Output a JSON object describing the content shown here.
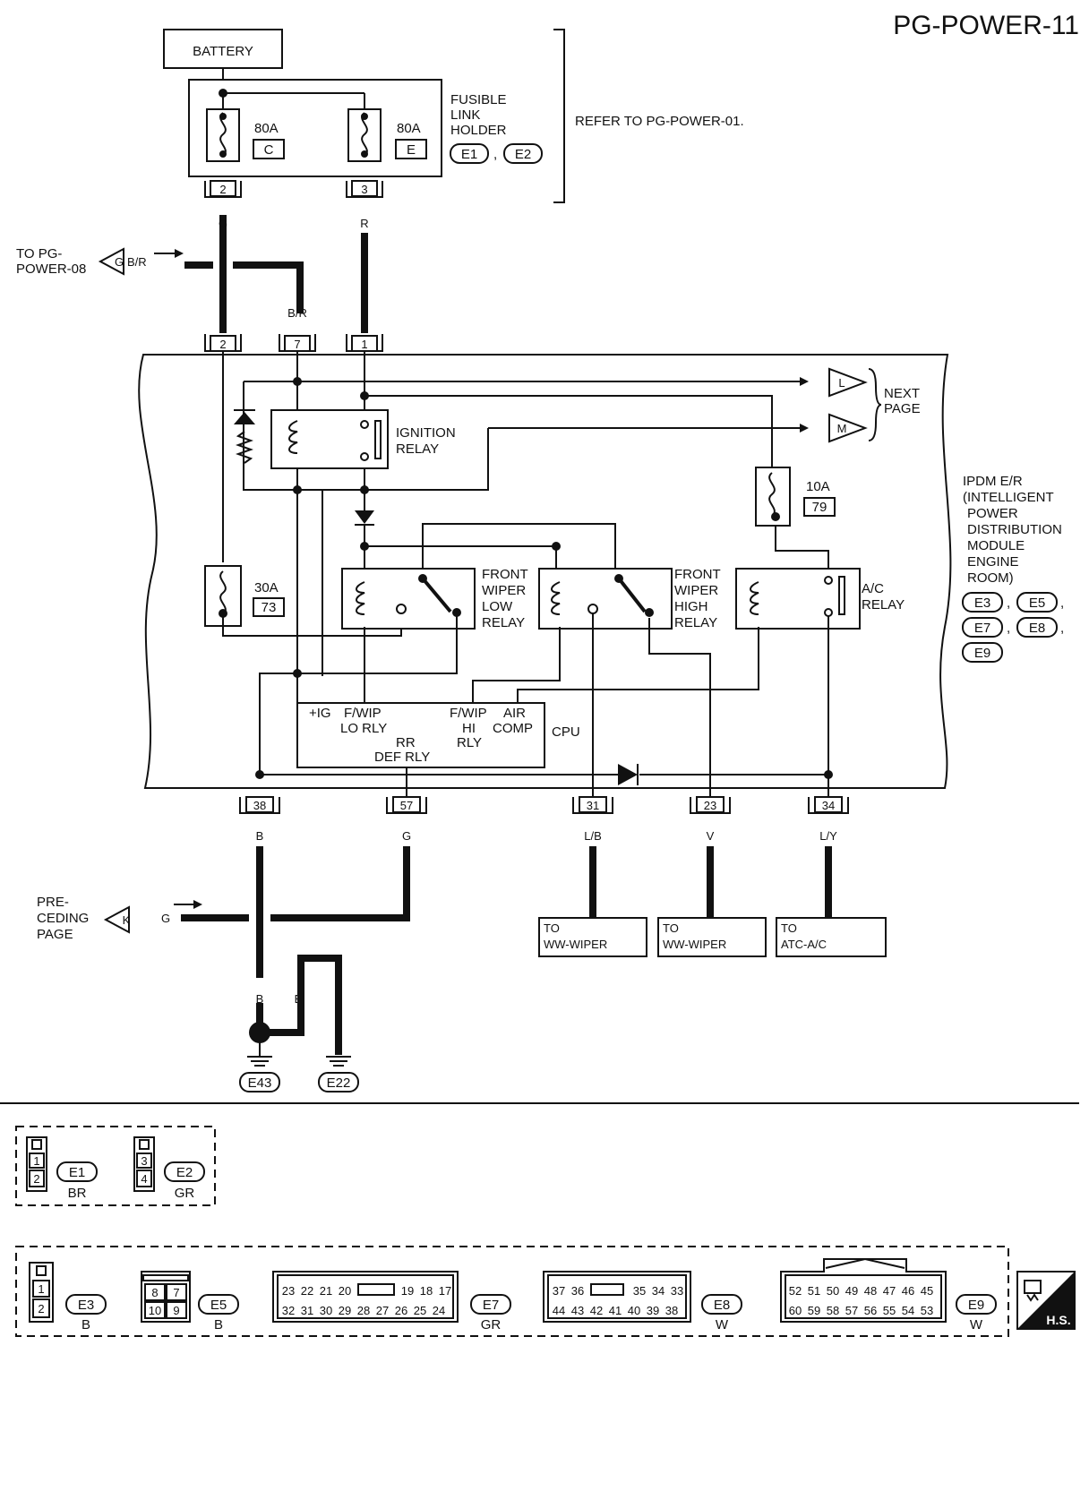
{
  "page_id": "PG-POWER-11",
  "battery": "BATTERY",
  "fusible_link": {
    "label": [
      "FUSIBLE",
      "LINK",
      "HOLDER"
    ],
    "fuse1": {
      "amp": "80A",
      "id": "C"
    },
    "fuse2": {
      "amp": "80A",
      "id": "E"
    },
    "connectors": [
      "E1",
      "E2"
    ],
    "pin_left": "2",
    "pin_right": "3",
    "refer": "REFER TO PG-POWER-01."
  },
  "wire_colors": {
    "g": "G",
    "r": "R",
    "br": "B/R",
    "b": "B",
    "lb": "L/B",
    "v": "V",
    "ly": "L/Y"
  },
  "to_pg_power_08": {
    "text": [
      "TO PG-",
      "POWER-08"
    ],
    "connector": "G"
  },
  "ipdm_pins_top": [
    "2",
    "7",
    "1"
  ],
  "next_page": {
    "label": [
      "NEXT",
      "PAGE"
    ],
    "arrow1": "L",
    "arrow2": "M"
  },
  "ignition_relay": [
    "IGNITION",
    "RELAY"
  ],
  "fuse_10a": {
    "amp": "10A",
    "id": "79"
  },
  "fuse_30a": {
    "amp": "30A",
    "id": "73"
  },
  "relays": {
    "low": [
      "FRONT",
      "WIPER",
      "LOW",
      "RELAY"
    ],
    "high": [
      "FRONT",
      "WIPER",
      "HIGH",
      "RELAY"
    ],
    "ac": [
      "A/C",
      "RELAY"
    ]
  },
  "ipdm": {
    "label": [
      "IPDM E/R",
      "(INTELLIGENT",
      "POWER",
      "DISTRIBUTION",
      "MODULE",
      "ENGINE",
      "ROOM)"
    ],
    "connectors": [
      "E3",
      "E5",
      "E7",
      "E8",
      "E9"
    ]
  },
  "cpu": {
    "label": "CPU",
    "ig": "+IG",
    "fwip_lo": [
      "F/WIP",
      "LO RLY"
    ],
    "rr_def": [
      "RR",
      "DEF RLY"
    ],
    "fwip_hi": [
      "F/WIP",
      "HI",
      "RLY"
    ],
    "air_comp": [
      "AIR",
      "COMP"
    ]
  },
  "bottom_pins": [
    "38",
    "57",
    "31",
    "23",
    "34"
  ],
  "preceding_page": {
    "text": [
      "PRE-",
      "CEDING",
      "PAGE"
    ],
    "connector": "K"
  },
  "destinations": {
    "ww1": [
      "TO",
      "WW-WIPER"
    ],
    "ww2": [
      "TO",
      "WW-WIPER"
    ],
    "atc": [
      "TO",
      "ATC-A/C"
    ]
  },
  "grounds": [
    "E43",
    "E22"
  ],
  "connector_views_top": [
    {
      "id": "E1",
      "color": "BR",
      "pins": [
        "1",
        "2"
      ]
    },
    {
      "id": "E2",
      "color": "GR",
      "pins": [
        "3",
        "4"
      ]
    }
  ],
  "connector_views_bottom": [
    {
      "id": "E3",
      "color": "B",
      "pins": [
        "1",
        "2"
      ]
    },
    {
      "id": "E5",
      "color": "B",
      "pins": [
        "8",
        "7",
        "10",
        "9"
      ]
    },
    {
      "id": "E7",
      "color": "GR",
      "row1": [
        "23",
        "22",
        "21",
        "20",
        "19",
        "18",
        "17"
      ],
      "row2": [
        "32",
        "31",
        "30",
        "29",
        "28",
        "27",
        "26",
        "25",
        "24"
      ]
    },
    {
      "id": "E8",
      "color": "W",
      "row1": [
        "37",
        "36",
        "35",
        "34",
        "33"
      ],
      "row2": [
        "44",
        "43",
        "42",
        "41",
        "40",
        "39",
        "38"
      ]
    },
    {
      "id": "E9",
      "color": "W",
      "row1": [
        "52",
        "51",
        "50",
        "49",
        "48",
        "47",
        "46",
        "45"
      ],
      "row2": [
        "60",
        "59",
        "58",
        "57",
        "56",
        "55",
        "54",
        "53"
      ]
    }
  ],
  "hs_badge": "H.S."
}
